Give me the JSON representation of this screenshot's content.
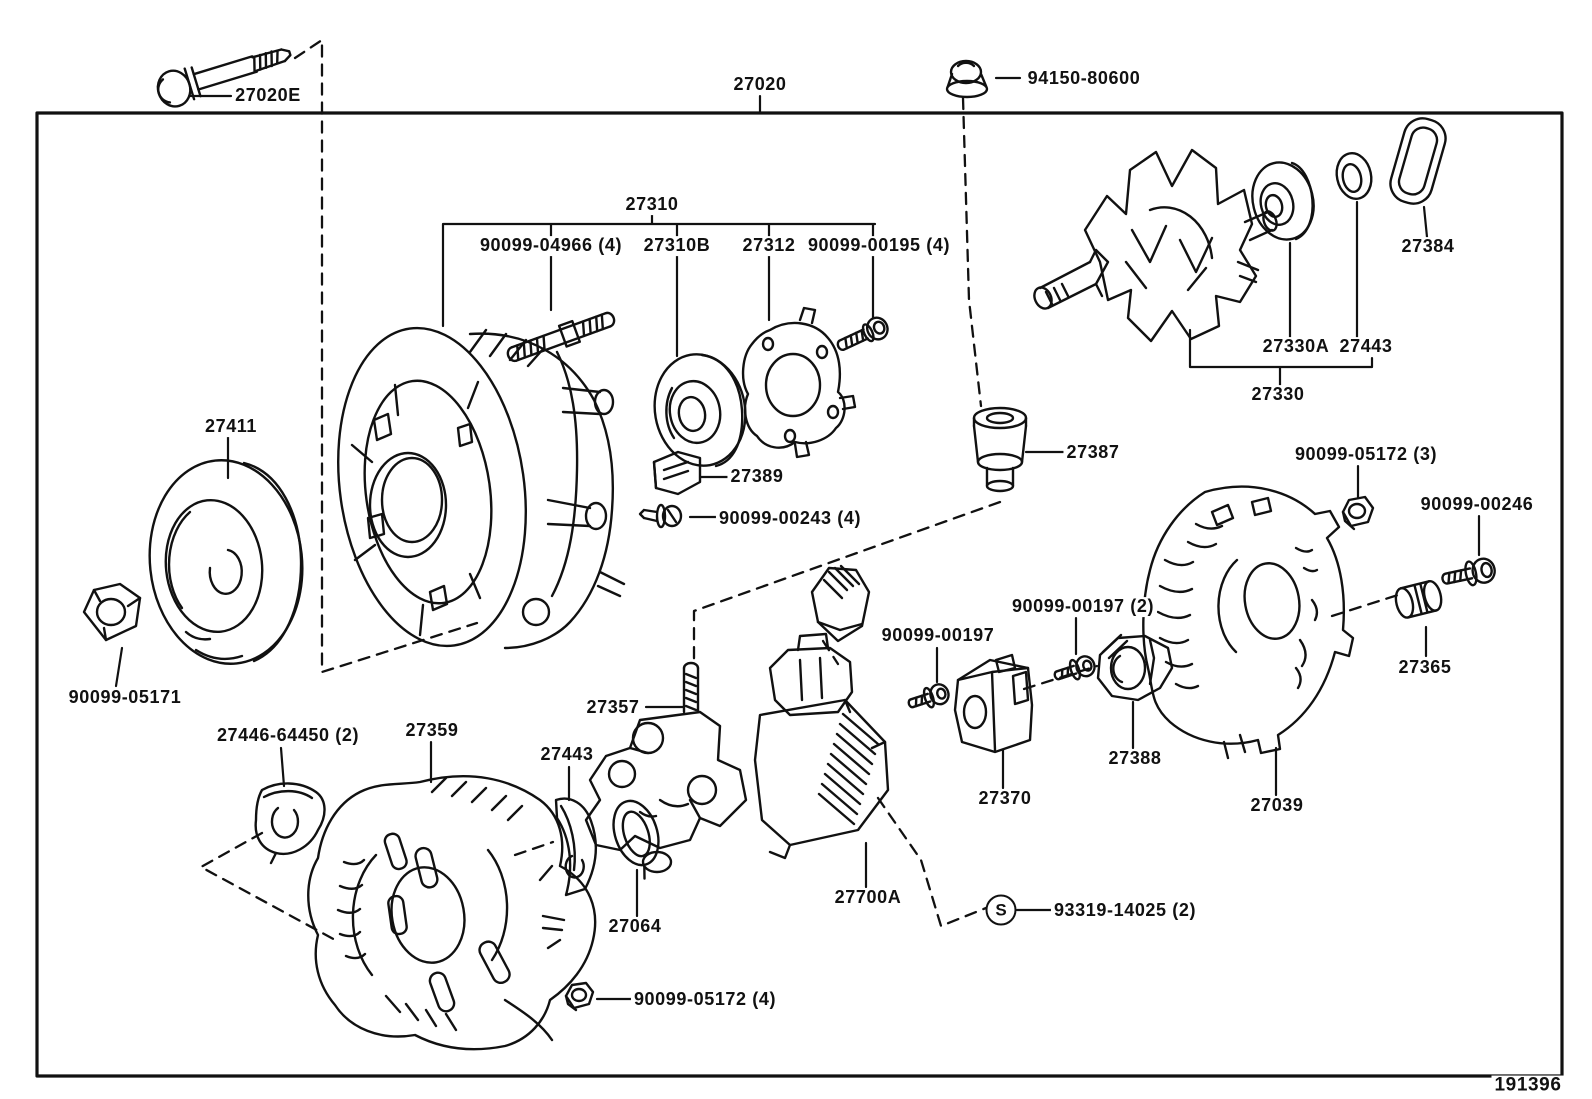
{
  "meta": {
    "drawing_number": "191396",
    "colors": {
      "ink": "#111111",
      "paper": "#ffffff"
    }
  },
  "labels": {
    "p27020E": "27020E",
    "p27020": "27020",
    "p94150_80600": "94150-80600",
    "p27310": "27310",
    "p90099_04966": "90099-04966 (4)",
    "p27310B": "27310B",
    "p27312": "27312",
    "p90099_00195": "90099-00195 (4)",
    "p27411": "27411",
    "p90099_05171": "90099-05171",
    "p27389": "27389",
    "p90099_00243": "90099-00243 (4)",
    "p27387": "27387",
    "p27330A": "27330A",
    "p27443_top": "27443",
    "p27330": "27330",
    "p27384": "27384",
    "p90099_05172_3": "90099-05172 (3)",
    "p90099_00246": "90099-00246",
    "p27365": "27365",
    "p90099_00197_2": "90099-00197 (2)",
    "p90099_00197": "90099-00197",
    "p27370": "27370",
    "p27388": "27388",
    "p27039": "27039",
    "p27357": "27357",
    "p27359": "27359",
    "p27446_64450": "27446-64450 (2)",
    "p27443_mid": "27443",
    "p27064": "27064",
    "p27700A": "27700A",
    "p90099_05172_4": "90099-05172 (4)",
    "p93319_14025": "93319-14025 (2)",
    "s_symbol": "S",
    "sheet_number": "191396"
  }
}
